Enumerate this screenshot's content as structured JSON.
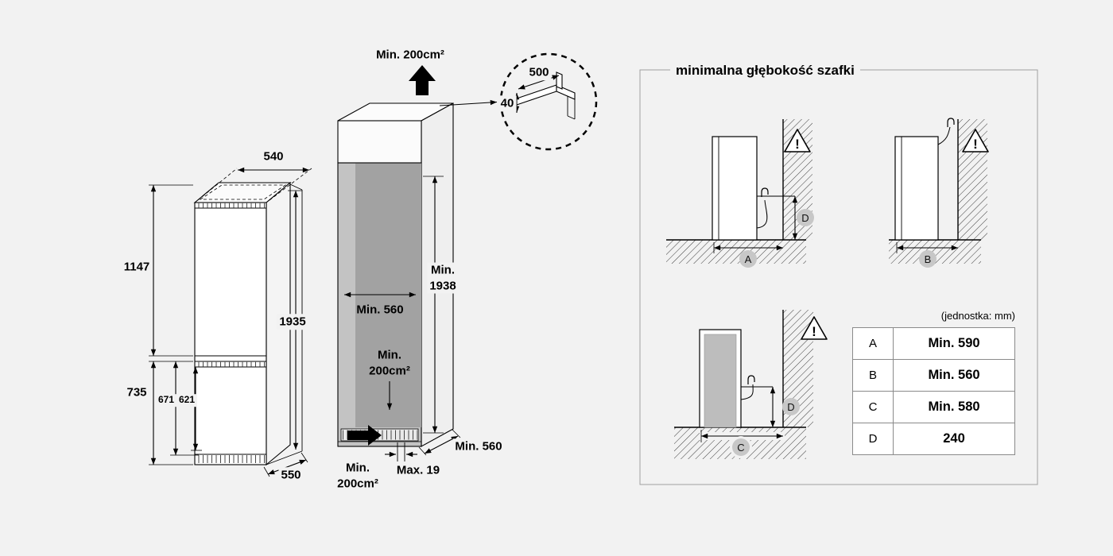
{
  "page": {
    "background": "#f2f2f2"
  },
  "fridge_diagram": {
    "width": "540",
    "upper_height": "1147",
    "total_height": "1935",
    "lower_height": "735",
    "door_height_outer": "671",
    "door_height_inner": "621",
    "depth": "550"
  },
  "cabinet_diagram": {
    "top_vent": "Min. 200cm²",
    "niche_height": {
      "line1": "Min.",
      "line2": "1938"
    },
    "niche_depth": "Min. 560",
    "mid_vent": {
      "line1": "Min.",
      "line2": "200cm²"
    },
    "base_depth": "Min. 560",
    "panel_thickness": "Max. 19",
    "bottom_vent": {
      "line1": "Min.",
      "line2": "200cm²"
    },
    "detail": {
      "top_width": "500",
      "gap": "40"
    }
  },
  "cabinet_depth_panel": {
    "title": "minimalna głębokość szafki",
    "unit_note": "(jednostka: mm)",
    "warning_mark": "!",
    "badges": {
      "a": "A",
      "b": "B",
      "c": "C",
      "d": "D"
    },
    "table": {
      "rows": [
        {
          "key": "A",
          "value": "Min. 590"
        },
        {
          "key": "B",
          "value": "Min. 560"
        },
        {
          "key": "C",
          "value": "Min. 580"
        },
        {
          "key": "D",
          "value": "240"
        }
      ]
    }
  }
}
